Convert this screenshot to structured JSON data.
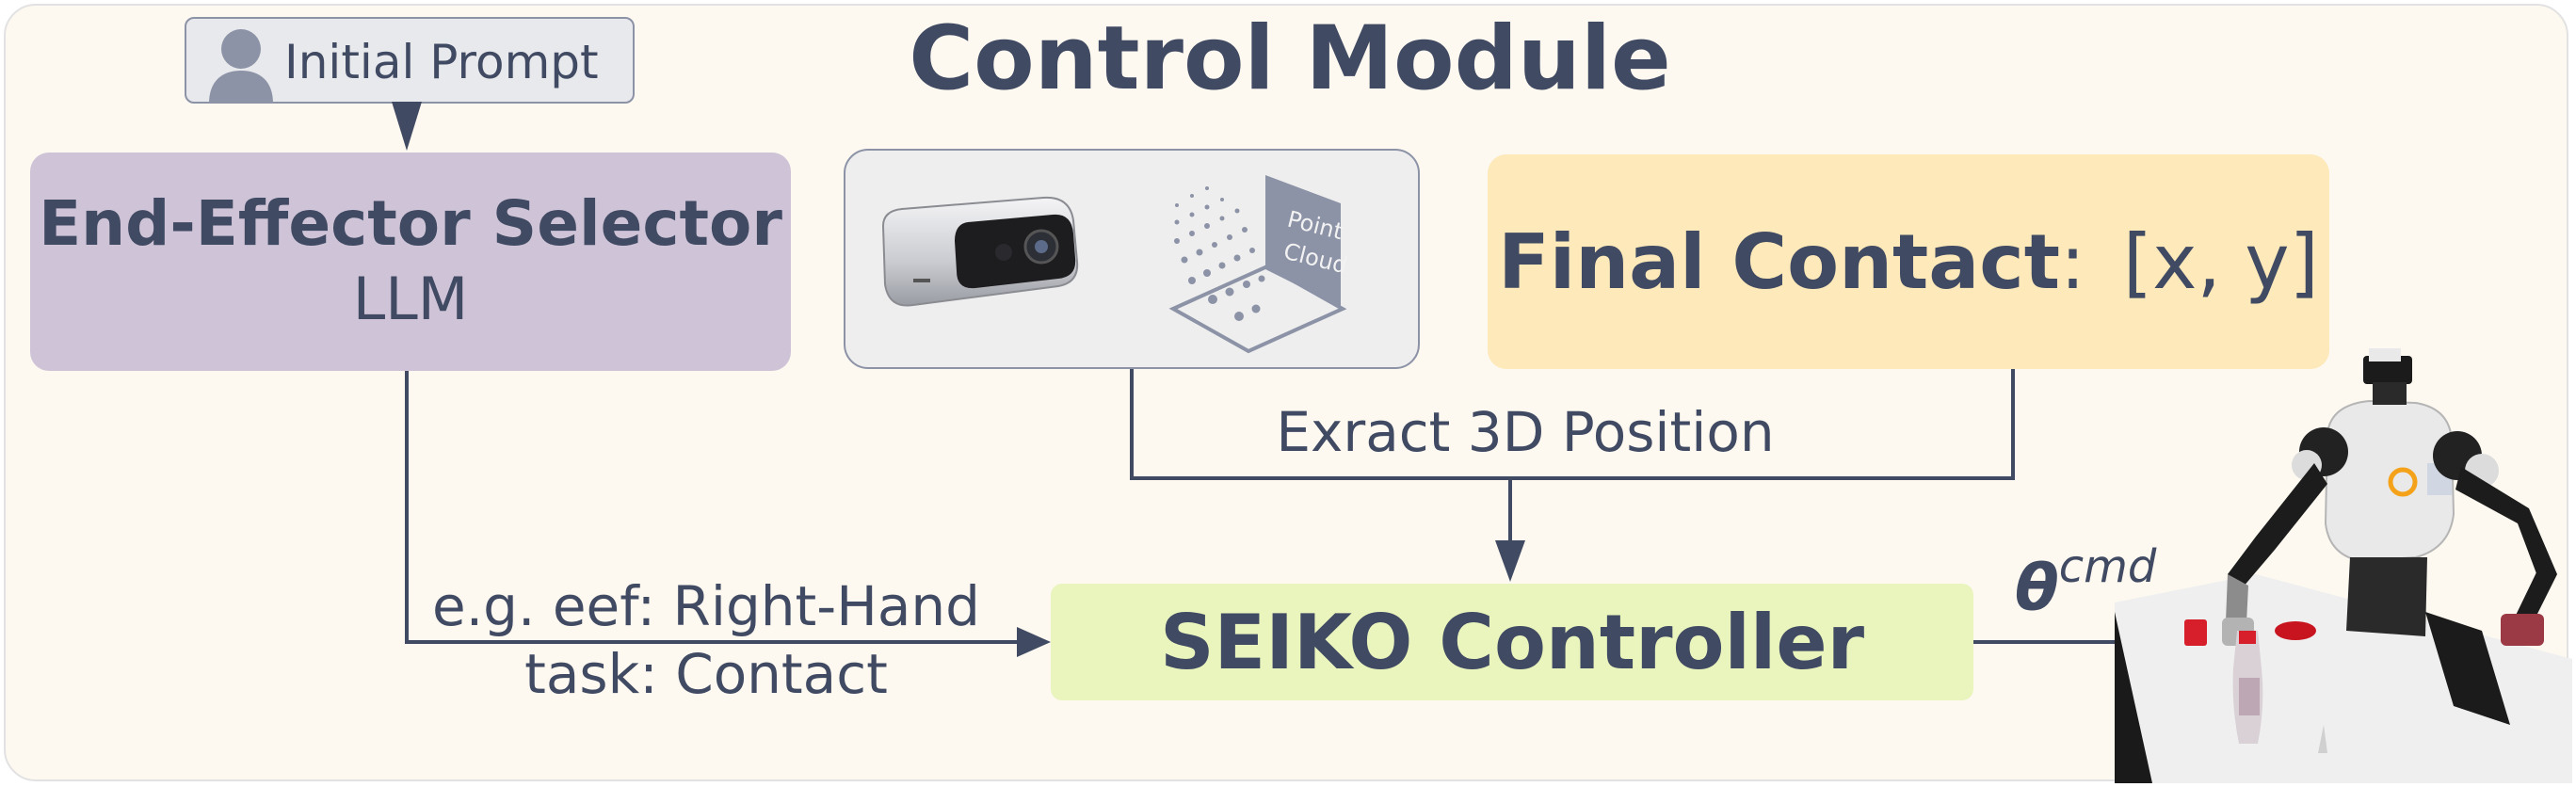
{
  "title": "Control Module",
  "initial_prompt": {
    "label": "Initial Prompt",
    "icon": "user-icon"
  },
  "eef_selector": {
    "title": "End-Effector Selector",
    "subtitle": "LLM"
  },
  "sensor": {
    "camera_icon": "depth-camera-icon",
    "point_cloud_label_1": "Point",
    "point_cloud_label_2": "Cloud"
  },
  "final_contact": {
    "label": "Final Contact",
    "separator": ":",
    "value": "[x, y]"
  },
  "extract_label": "Exract 3D Position",
  "eef_output": {
    "line1": "e.g. eef: Right-Hand",
    "line2": "task: Contact"
  },
  "controller": {
    "label": "SEIKO Controller"
  },
  "output": {
    "symbol": "θ",
    "superscript": "cmd"
  },
  "colors": {
    "text": "#414a63",
    "background": "#fdf9f0",
    "eef_fill": "#cfc4d7",
    "contact_fill": "#fde9b9",
    "controller_fill": "#eaf5be",
    "sensor_fill": "#eeeeee"
  }
}
